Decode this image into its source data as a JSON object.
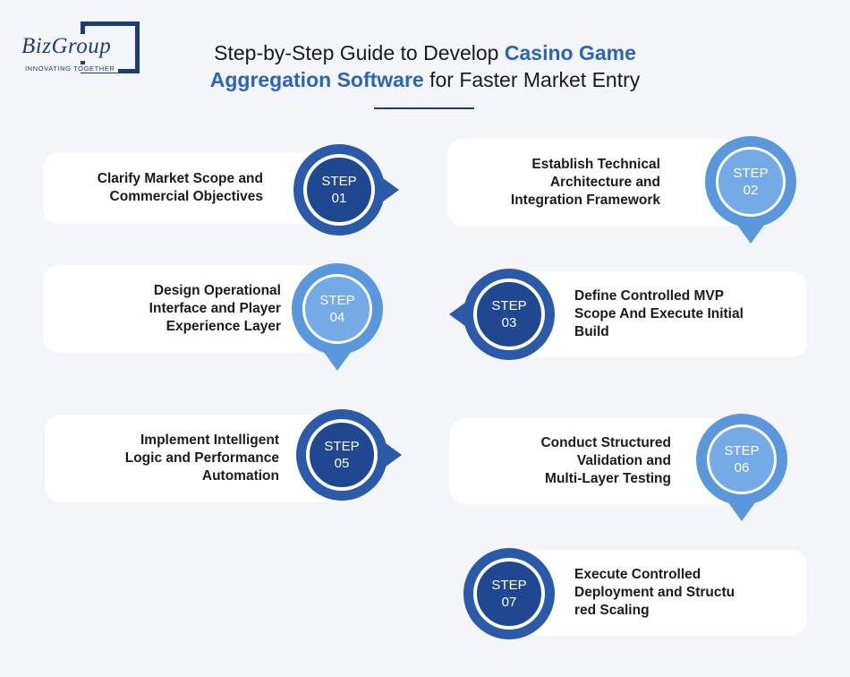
{
  "brand": {
    "name": "BizGroup",
    "tagline": "INNOVATING TOGETHER"
  },
  "title": {
    "line1_prefix": "Step-by-Step Guide to Develop ",
    "line1_highlight": "Casino Game",
    "line2_highlight": "Aggregation Software",
    "line2_suffix": " for Faster Market Entry"
  },
  "colors": {
    "accent": "#2b64b8",
    "dark_badge": "#1f4891",
    "light_badge": "#74abe7",
    "background": "#f3f5f9"
  },
  "steps": [
    {
      "label": "STEP",
      "number": "01",
      "lines": [
        "Clarify Market Scope and",
        "Commercial Objectives"
      ]
    },
    {
      "label": "STEP",
      "number": "02",
      "lines": [
        "Establish Technical",
        "Architecture and",
        "Integration Framework"
      ]
    },
    {
      "label": "STEP",
      "number": "03",
      "lines": [
        "Define Controlled MVP",
        "Scope And Execute Initial",
        "Build"
      ]
    },
    {
      "label": "STEP",
      "number": "04",
      "lines": [
        "Design Operational",
        "Interface and Player",
        "Experience Layer"
      ]
    },
    {
      "label": "STEP",
      "number": "05",
      "lines": [
        "Implement Intelligent",
        "Logic and Performance",
        "Automation"
      ]
    },
    {
      "label": "STEP",
      "number": "06",
      "lines": [
        "Conduct Structured",
        "Validation and",
        "Multi-Layer Testing"
      ]
    },
    {
      "label": "STEP",
      "number": "07",
      "lines": [
        "Execute Controlled",
        "Deployment and Structu",
        "red Scaling"
      ]
    }
  ]
}
